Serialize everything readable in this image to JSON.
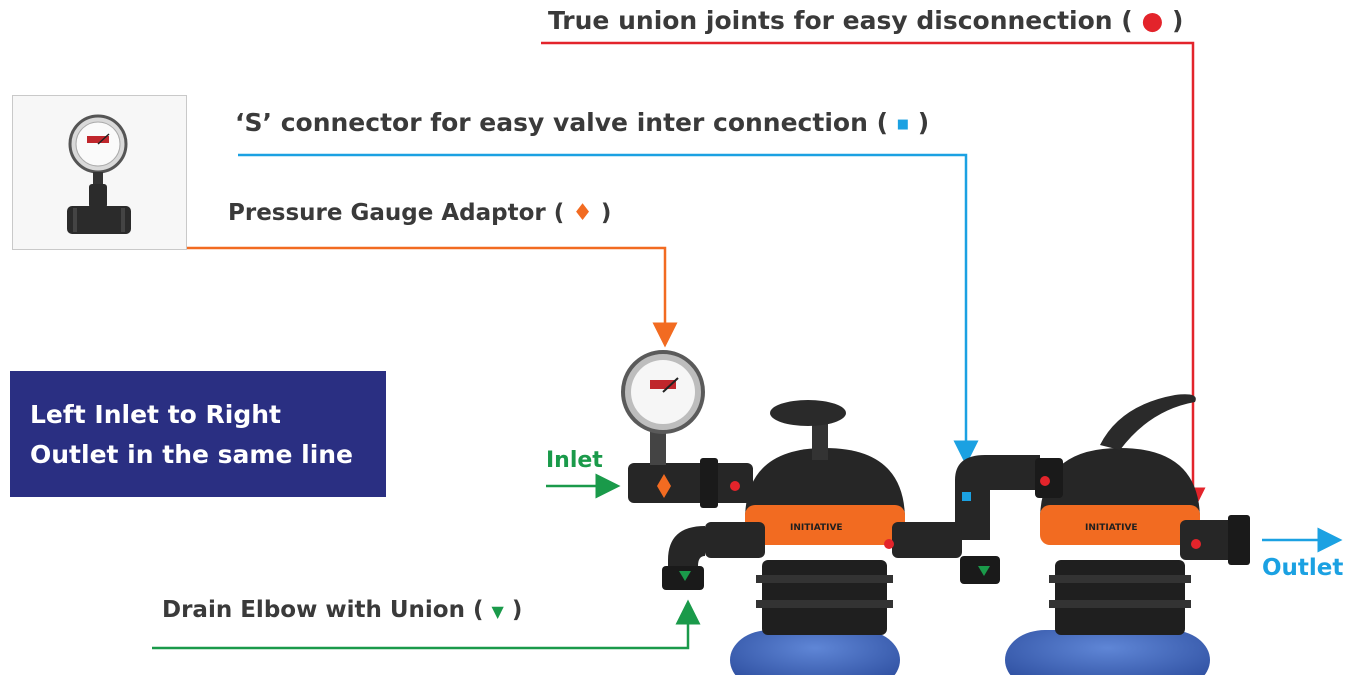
{
  "callouts": {
    "union": {
      "text": "True union joints for easy disconnection (",
      "marker": "●",
      "close": ")",
      "color": "#e3242b"
    },
    "s_connector": {
      "text": "‘S’ connector for easy valve inter connection (",
      "marker": "■",
      "close": ")",
      "color": "#1ba1e2"
    },
    "gauge_adaptor": {
      "text": "Pressure Gauge Adaptor (",
      "marker": "♦",
      "close": ")",
      "color": "#f26b21"
    },
    "drain_elbow": {
      "text": "Drain Elbow with Union  (",
      "marker": "▼",
      "close": ")",
      "color": "#1a9a4a"
    }
  },
  "banner": {
    "line1": "Left Inlet to Right",
    "line2": "Outlet in the same line",
    "background": "#2a2f82"
  },
  "flow": {
    "inlet": "Inlet",
    "outlet": "Outlet"
  }
}
